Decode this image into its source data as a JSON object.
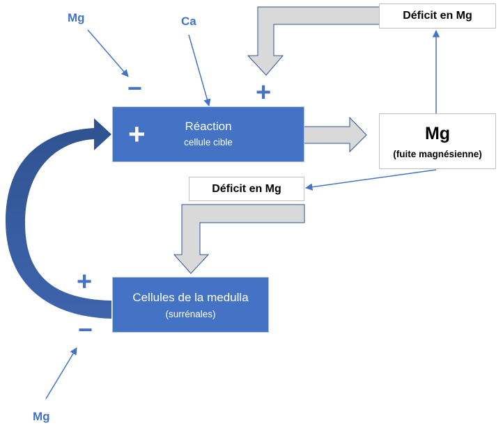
{
  "colors": {
    "box_fill": "#4472c4",
    "accent": "#4472c4",
    "curved_arrow": "#2f528f",
    "block_arrow_fill": "#d9d9d9",
    "block_arrow_stroke": "#2f528f",
    "text_dark": "#000000"
  },
  "labels": {
    "mg_top": "Mg",
    "ca_top": "Ca",
    "mg_bottom": "Mg"
  },
  "signs": {
    "minus_top": "−",
    "plus_top": "+",
    "plus_in_reaction": "+",
    "plus_medulla": "+",
    "minus_medulla": "−"
  },
  "boxes": {
    "reaction": {
      "title": "Réaction",
      "subtitle": "cellule cible"
    },
    "medulla": {
      "title": "Cellules de la medulla",
      "subtitle": "(surrénales)"
    },
    "mg_leak": {
      "title": "Mg",
      "subtitle": "(fuite magnésienne)"
    },
    "deficit_top": {
      "title": "Déficit en Mg"
    },
    "deficit_mid": {
      "title": "Déficit en Mg"
    }
  }
}
